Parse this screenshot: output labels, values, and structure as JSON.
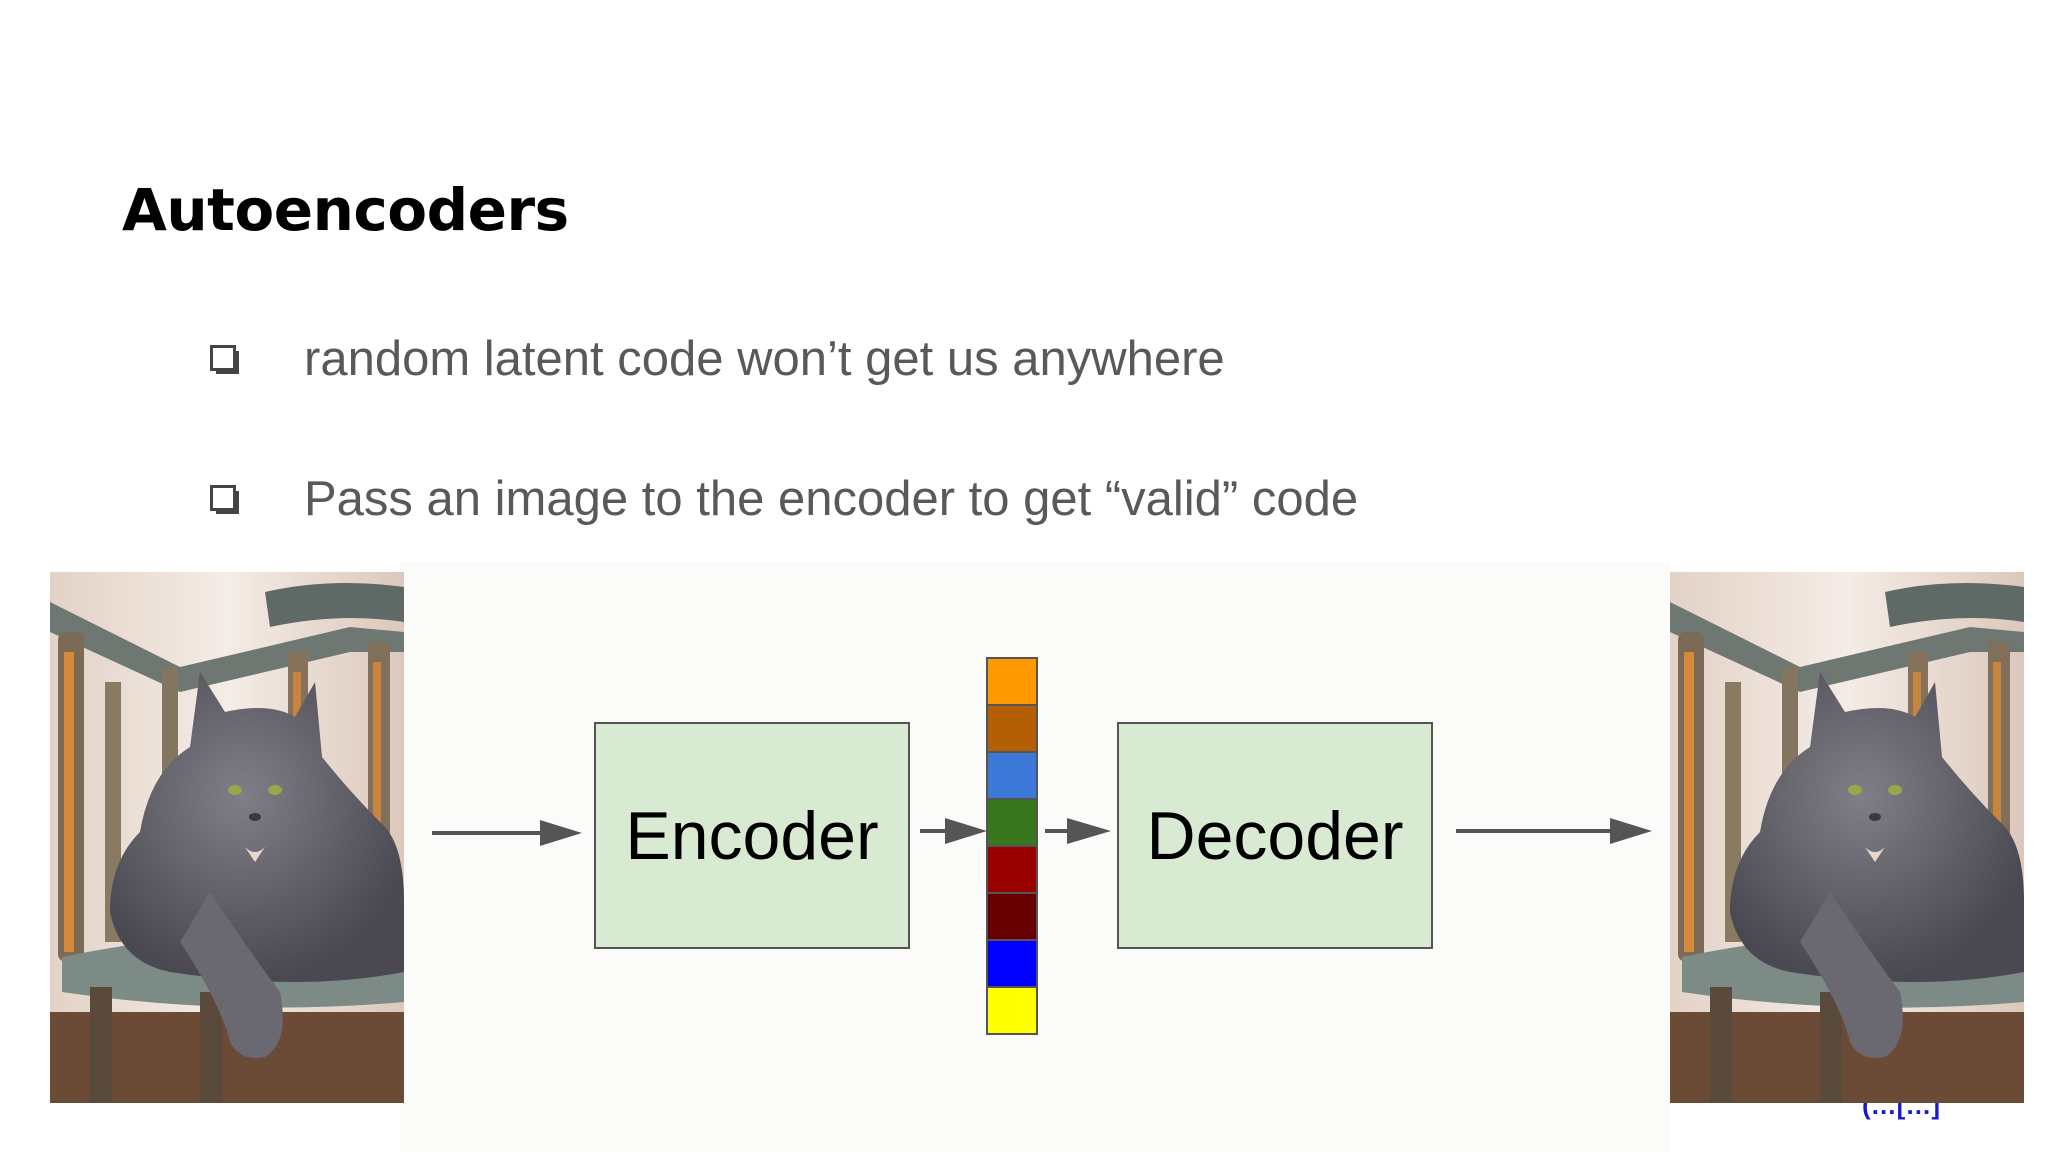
{
  "slide": {
    "title": "Autoencoders",
    "bullets": [
      {
        "text": "random latent code won’t get us anywhere"
      },
      {
        "text": "Pass an image to the encoder to get “valid” code"
      }
    ],
    "citation": "(…[…]"
  },
  "diagram": {
    "input_image": "gray-cat-on-chair",
    "output_image": "gray-cat-on-chair",
    "encoder_label": "Encoder",
    "decoder_label": "Decoder",
    "latent_code_colors": [
      "#ff9900",
      "#b45f06",
      "#3c78d8",
      "#38761d",
      "#990000",
      "#660000",
      "#0000ff",
      "#ffff00"
    ],
    "block_fill": "#d9ead3",
    "arrow_color": "#555555"
  }
}
